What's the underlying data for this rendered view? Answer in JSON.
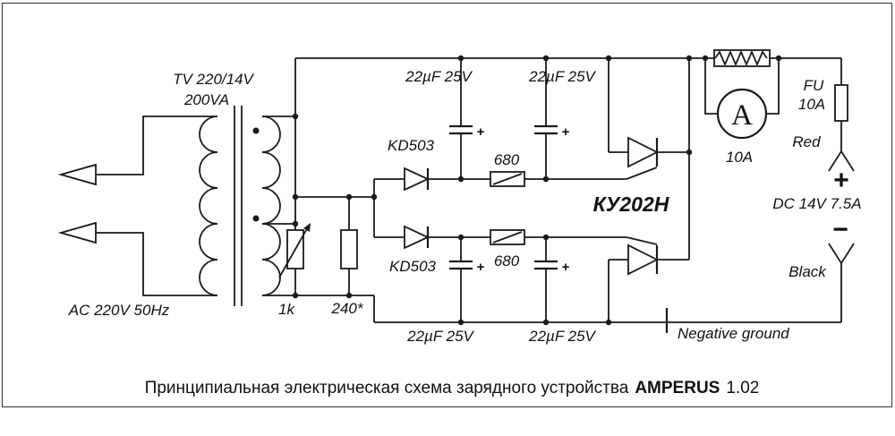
{
  "colors": {
    "ink": "#1a1a1a",
    "background": "#ffffff"
  },
  "transformer": {
    "title": "TV 220/14V",
    "power": "200VA"
  },
  "ac_input": {
    "label": "AC 220V 50Hz"
  },
  "capacitors": {
    "labels": [
      "22µF 25V",
      "22µF 25V",
      "22µF 25V",
      "22µF 25V"
    ],
    "polarity_mark": "+"
  },
  "diodes": {
    "labels": [
      "KD503",
      "KD503"
    ]
  },
  "gate_resistors": {
    "labels": [
      "680",
      "680"
    ]
  },
  "potentiometer": {
    "label": "1k"
  },
  "trimmer_resistor": {
    "label": "240*"
  },
  "thyristors": {
    "label": "КУ202Н"
  },
  "ammeter": {
    "symbol": "A",
    "rating": "10A"
  },
  "fuse": {
    "name": "FU",
    "rating": "10A"
  },
  "output": {
    "positive_wire": "Red",
    "positive_sign": "+",
    "rating": "DC 14V 7.5A",
    "negative_sign": "−",
    "negative_wire": "Black",
    "ground_note": "Negative ground"
  },
  "caption": {
    "text": "Принципиальная электрическая схема зарядного устройства",
    "brand": "AMPERUS",
    "version": "1.02"
  }
}
